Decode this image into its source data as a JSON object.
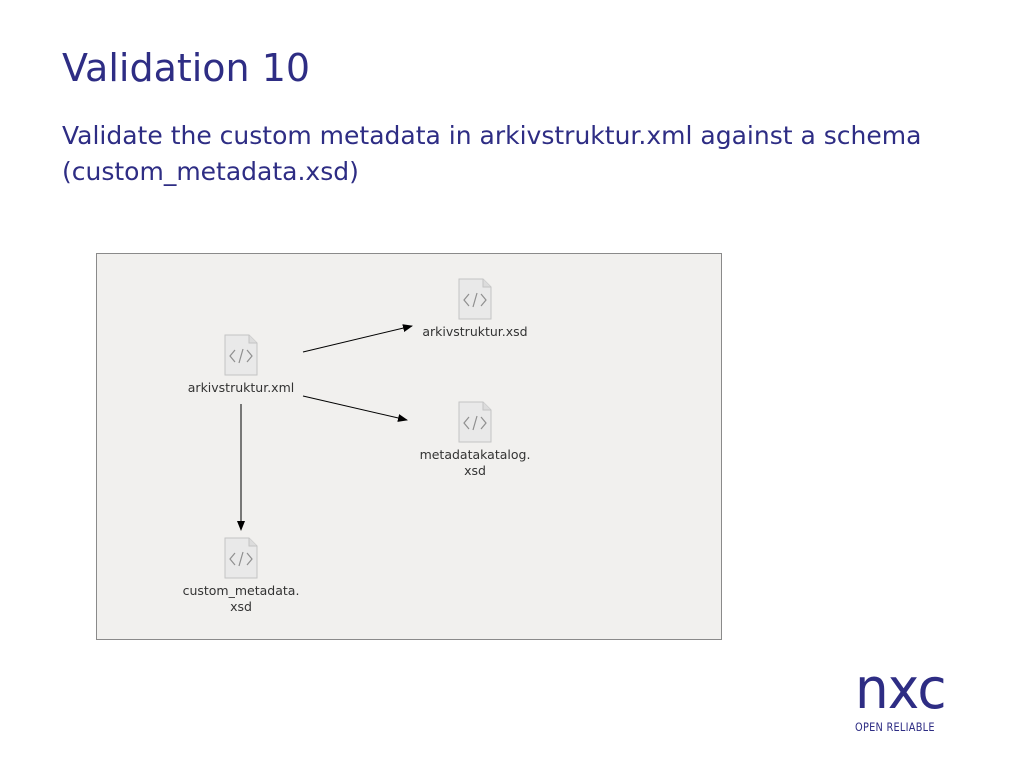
{
  "slide": {
    "title": "Validation 10",
    "subtitle": "Validate the custom metadata in arkivstruktur.xml against a schema (custom_metadata.xsd)"
  },
  "diagram": {
    "nodes": [
      {
        "id": "arkivstruktur-xml",
        "label": "arkivstruktur.xml",
        "icon": "xml-file-icon"
      },
      {
        "id": "arkivstruktur-xsd",
        "label": "arkivstruktur.xsd",
        "icon": "xml-file-icon"
      },
      {
        "id": "metadatakatalog-xsd",
        "label_line1": "metadatakatalog.",
        "label_line2": "xsd",
        "icon": "xml-file-icon"
      },
      {
        "id": "custom-metadata-xsd",
        "label_line1": "custom_metadata.",
        "label_line2": "xsd",
        "icon": "xml-file-icon"
      }
    ],
    "edges": [
      {
        "from": "arkivstruktur-xml",
        "to": "arkivstruktur-xsd"
      },
      {
        "from": "arkivstruktur-xml",
        "to": "metadatakatalog-xsd"
      },
      {
        "from": "arkivstruktur-xml",
        "to": "custom-metadata-xsd"
      }
    ],
    "colors": {
      "background": "#f1f0ee",
      "border": "#8a8a8a",
      "arrow": "#000000"
    }
  },
  "logo": {
    "mark": "nxc",
    "tagline": "OPEN RELIABLE",
    "color": "#2e2d84"
  }
}
